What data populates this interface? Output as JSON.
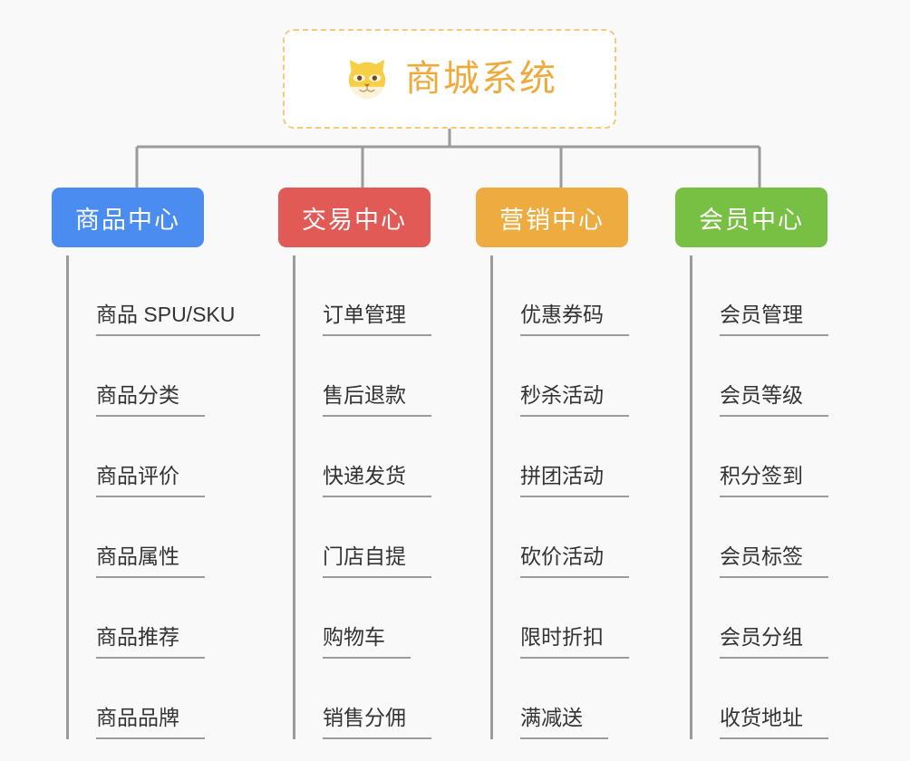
{
  "diagram": {
    "type": "mindmap-tree",
    "background_color": "#f9f9f9",
    "connector_color": "#9b9b9b"
  },
  "root": {
    "title": "商城系统",
    "icon": "shiba-dog-face-icon",
    "text_color": "#edab3c",
    "border_color": "#f5c87a",
    "background_color": "#ffffff"
  },
  "categories": [
    {
      "label": "商品中心",
      "color": "#4a8cf0",
      "items": [
        "商品 SPU/SKU",
        "商品分类",
        "商品评价",
        "商品属性",
        "商品推荐",
        "商品品牌"
      ]
    },
    {
      "label": "交易中心",
      "color": "#e25a55",
      "items": [
        "订单管理",
        "售后退款",
        "快递发货",
        "门店自提",
        "购物车",
        "销售分佣"
      ]
    },
    {
      "label": "营销中心",
      "color": "#eeab3f",
      "items": [
        "优惠券码",
        "秒杀活动",
        "拼团活动",
        "砍价活动",
        "限时折扣",
        "满减送"
      ]
    },
    {
      "label": "会员中心",
      "color": "#77c043",
      "items": [
        "会员管理",
        "会员等级",
        "积分签到",
        "会员标签",
        "会员分组",
        "收货地址"
      ]
    }
  ]
}
